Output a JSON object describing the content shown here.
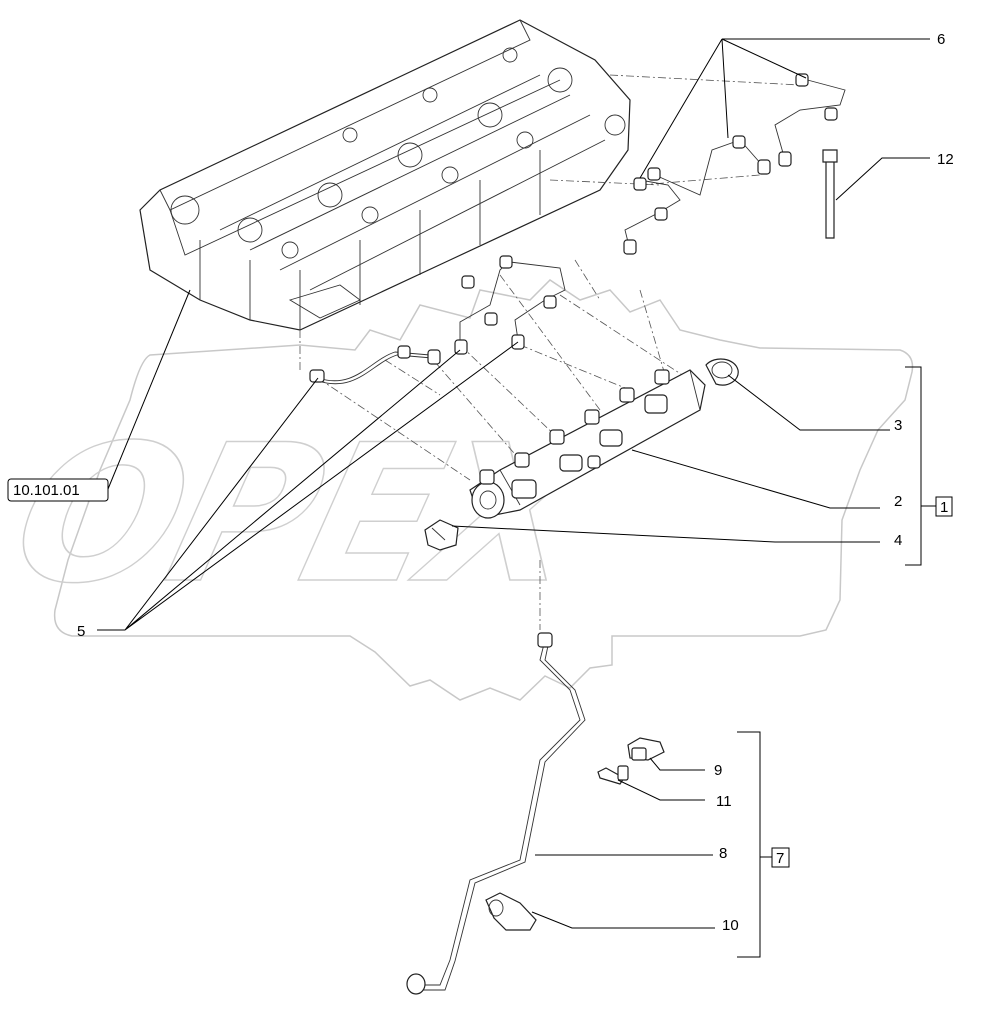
{
  "watermark": {
    "text": "OPEX"
  },
  "references": {
    "group_ref": "10.101.01"
  },
  "callouts": [
    {
      "id": "c1",
      "label": "1",
      "boxed": true
    },
    {
      "id": "c2",
      "label": "2",
      "boxed": false
    },
    {
      "id": "c3",
      "label": "3",
      "boxed": false
    },
    {
      "id": "c4",
      "label": "4",
      "boxed": false
    },
    {
      "id": "c5",
      "label": "5",
      "boxed": false
    },
    {
      "id": "c6",
      "label": "6",
      "boxed": false
    },
    {
      "id": "c7",
      "label": "7",
      "boxed": true
    },
    {
      "id": "c8",
      "label": "8",
      "boxed": false
    },
    {
      "id": "c9",
      "label": "9",
      "boxed": false
    },
    {
      "id": "c10",
      "label": "10",
      "boxed": false
    },
    {
      "id": "c11",
      "label": "11",
      "boxed": false
    },
    {
      "id": "c12",
      "label": "12",
      "boxed": false
    }
  ]
}
